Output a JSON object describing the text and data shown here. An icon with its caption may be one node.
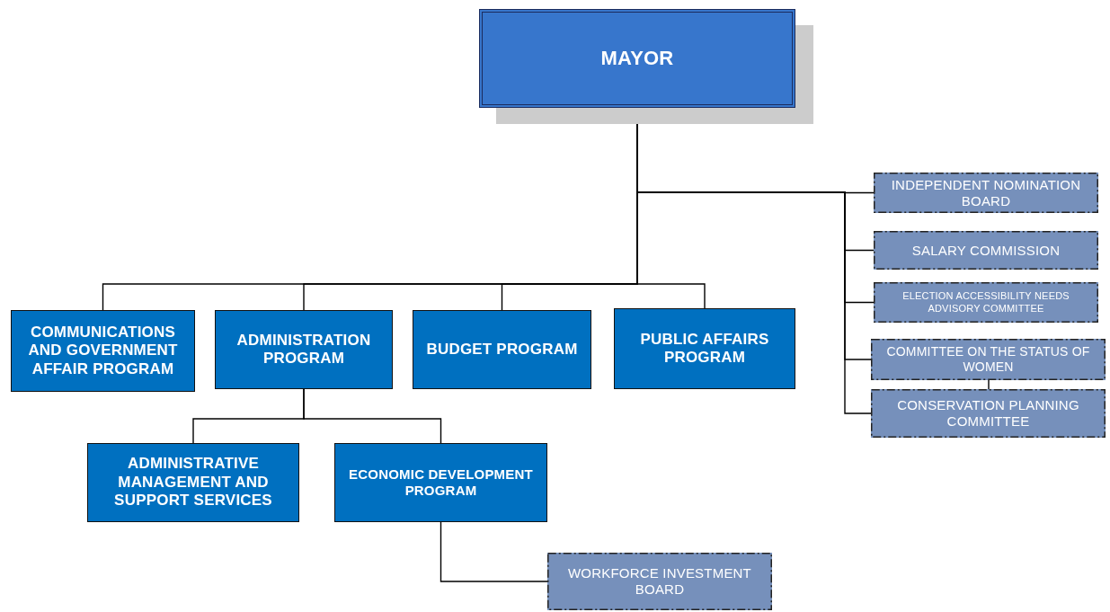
{
  "diagram": {
    "nodes": [
      {
        "text": [
          "MAYOR"
        ]
      },
      {
        "text": [
          "INDEPENDENT NOMINATION BOARD"
        ]
      },
      {
        "text": [
          "SALARY COMMISSION"
        ]
      },
      {
        "text": [
          "ELECTION ACCESSIBILITY NEEDS ADVISORY COMMITTEE"
        ]
      },
      {
        "text": [
          "COMMITTEE ON THE STATUS OF WOMEN"
        ]
      },
      {
        "text": [
          "CONSERVATION PLANNING COMMITTEE"
        ]
      },
      {
        "text": [
          "COMMUNICATIONS AND GOVERNMENT AFFAIR PROGRAM"
        ]
      },
      {
        "text": [
          "ADMINISTRATION PROGRAM"
        ]
      },
      {
        "text": [
          "BUDGET PROGRAM"
        ]
      },
      {
        "text": [
          "PUBLIC AFFAIRS PROGRAM"
        ]
      },
      {
        "text": [
          "ADMINISTRATIVE MANAGEMENT AND SUPPORT SERVICES"
        ]
      },
      {
        "text": [
          "ECONOMIC DEVELOPMENT PROGRAM"
        ]
      },
      {
        "text": [
          "WORKFORCE INVESTMENT BOARD"
        ]
      }
    ],
    "edges": [
      {
        "from": 0,
        "to": 1,
        "arrow": "none"
      },
      {
        "from": 0,
        "to": 2,
        "arrow": "none"
      },
      {
        "from": 0,
        "to": 3,
        "arrow": "none"
      },
      {
        "from": 0,
        "to": 4,
        "arrow": "none"
      },
      {
        "from": 0,
        "to": 5,
        "arrow": "none"
      },
      {
        "from": 4,
        "to": 5,
        "arrow": "none"
      },
      {
        "from": 0,
        "to": 6,
        "arrow": "none"
      },
      {
        "from": 0,
        "to": 7,
        "arrow": "none"
      },
      {
        "from": 0,
        "to": 8,
        "arrow": "none"
      },
      {
        "from": 0,
        "to": 9,
        "arrow": "none"
      },
      {
        "from": 7,
        "to": 10,
        "arrow": "none"
      },
      {
        "from": 7,
        "to": 11,
        "arrow": "none"
      },
      {
        "from": 11,
        "to": 12,
        "arrow": "none"
      }
    ]
  }
}
